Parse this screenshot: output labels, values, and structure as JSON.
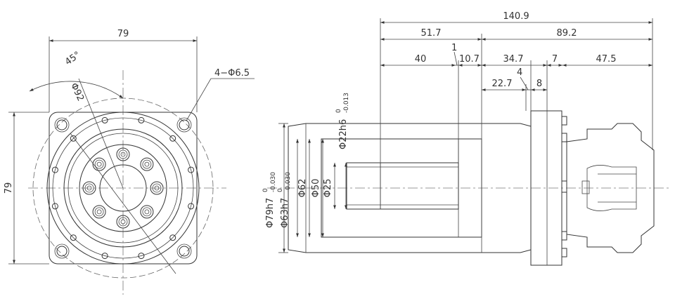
{
  "front_view": {
    "width_label": "79",
    "height_label": "79",
    "angle_label": "45°",
    "pcd_label": "Φ92",
    "holes_label": "4−Φ6.5"
  },
  "side_view": {
    "overall_length": "140.9",
    "seg_a": "51.7",
    "seg_b": "89.2",
    "d40": "40",
    "d1": "1",
    "d10_7": "10.7",
    "d34_7": "34.7",
    "d7": "7",
    "d47_5": "47.5",
    "d4": "4",
    "d22_7": "22.7",
    "d8": "8",
    "shaft_dia_main": "Φ22h6",
    "shaft_tol_upper": "0",
    "shaft_tol_lower": "-0.013",
    "pilot_outer_main": "Φ79h7",
    "pilot_outer_upper": "0",
    "pilot_outer_lower": "-0.030",
    "pilot_inner_main": "Φ63h7",
    "pilot_inner_upper": "0",
    "pilot_inner_lower": "-0.030",
    "dia_62": "Φ62",
    "dia_50": "Φ50",
    "dia_25": "Φ25"
  }
}
